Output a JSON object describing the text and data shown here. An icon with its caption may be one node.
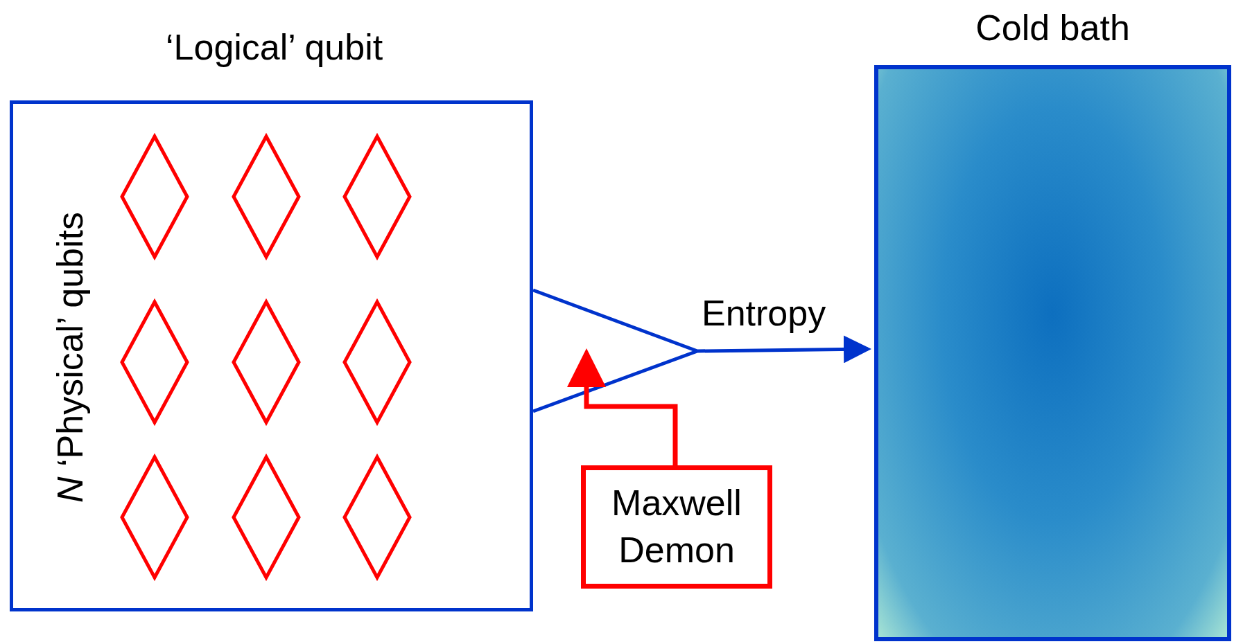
{
  "diagram": {
    "nodes": [
      {
        "text": [
          "‘Logical’ qubit",
          "*N* ‘Physical’ qubits"
        ]
      },
      {
        "text": [],
        "shape": "diamond",
        "in": 0
      },
      {
        "text": [],
        "shape": "diamond",
        "in": 0
      },
      {
        "text": [],
        "shape": "diamond",
        "in": 0
      },
      {
        "text": [],
        "shape": "diamond",
        "in": 0
      },
      {
        "text": [],
        "shape": "diamond",
        "in": 0
      },
      {
        "text": [],
        "shape": "diamond",
        "in": 0
      },
      {
        "text": [],
        "shape": "diamond",
        "in": 0
      },
      {
        "text": [],
        "shape": "diamond",
        "in": 0
      },
      {
        "text": [],
        "shape": "diamond",
        "in": 0
      },
      {
        "text": [
          "Maxwell Demon"
        ]
      },
      {
        "text": [
          "Cold bath"
        ]
      }
    ],
    "edges": [
      {
        "from": 0,
        "to": 11,
        "arrow": "to",
        "label": "Entropy"
      },
      {
        "from": 10,
        "to": null,
        "arrow": "to",
        "color": "#ff0000"
      }
    ]
  }
}
